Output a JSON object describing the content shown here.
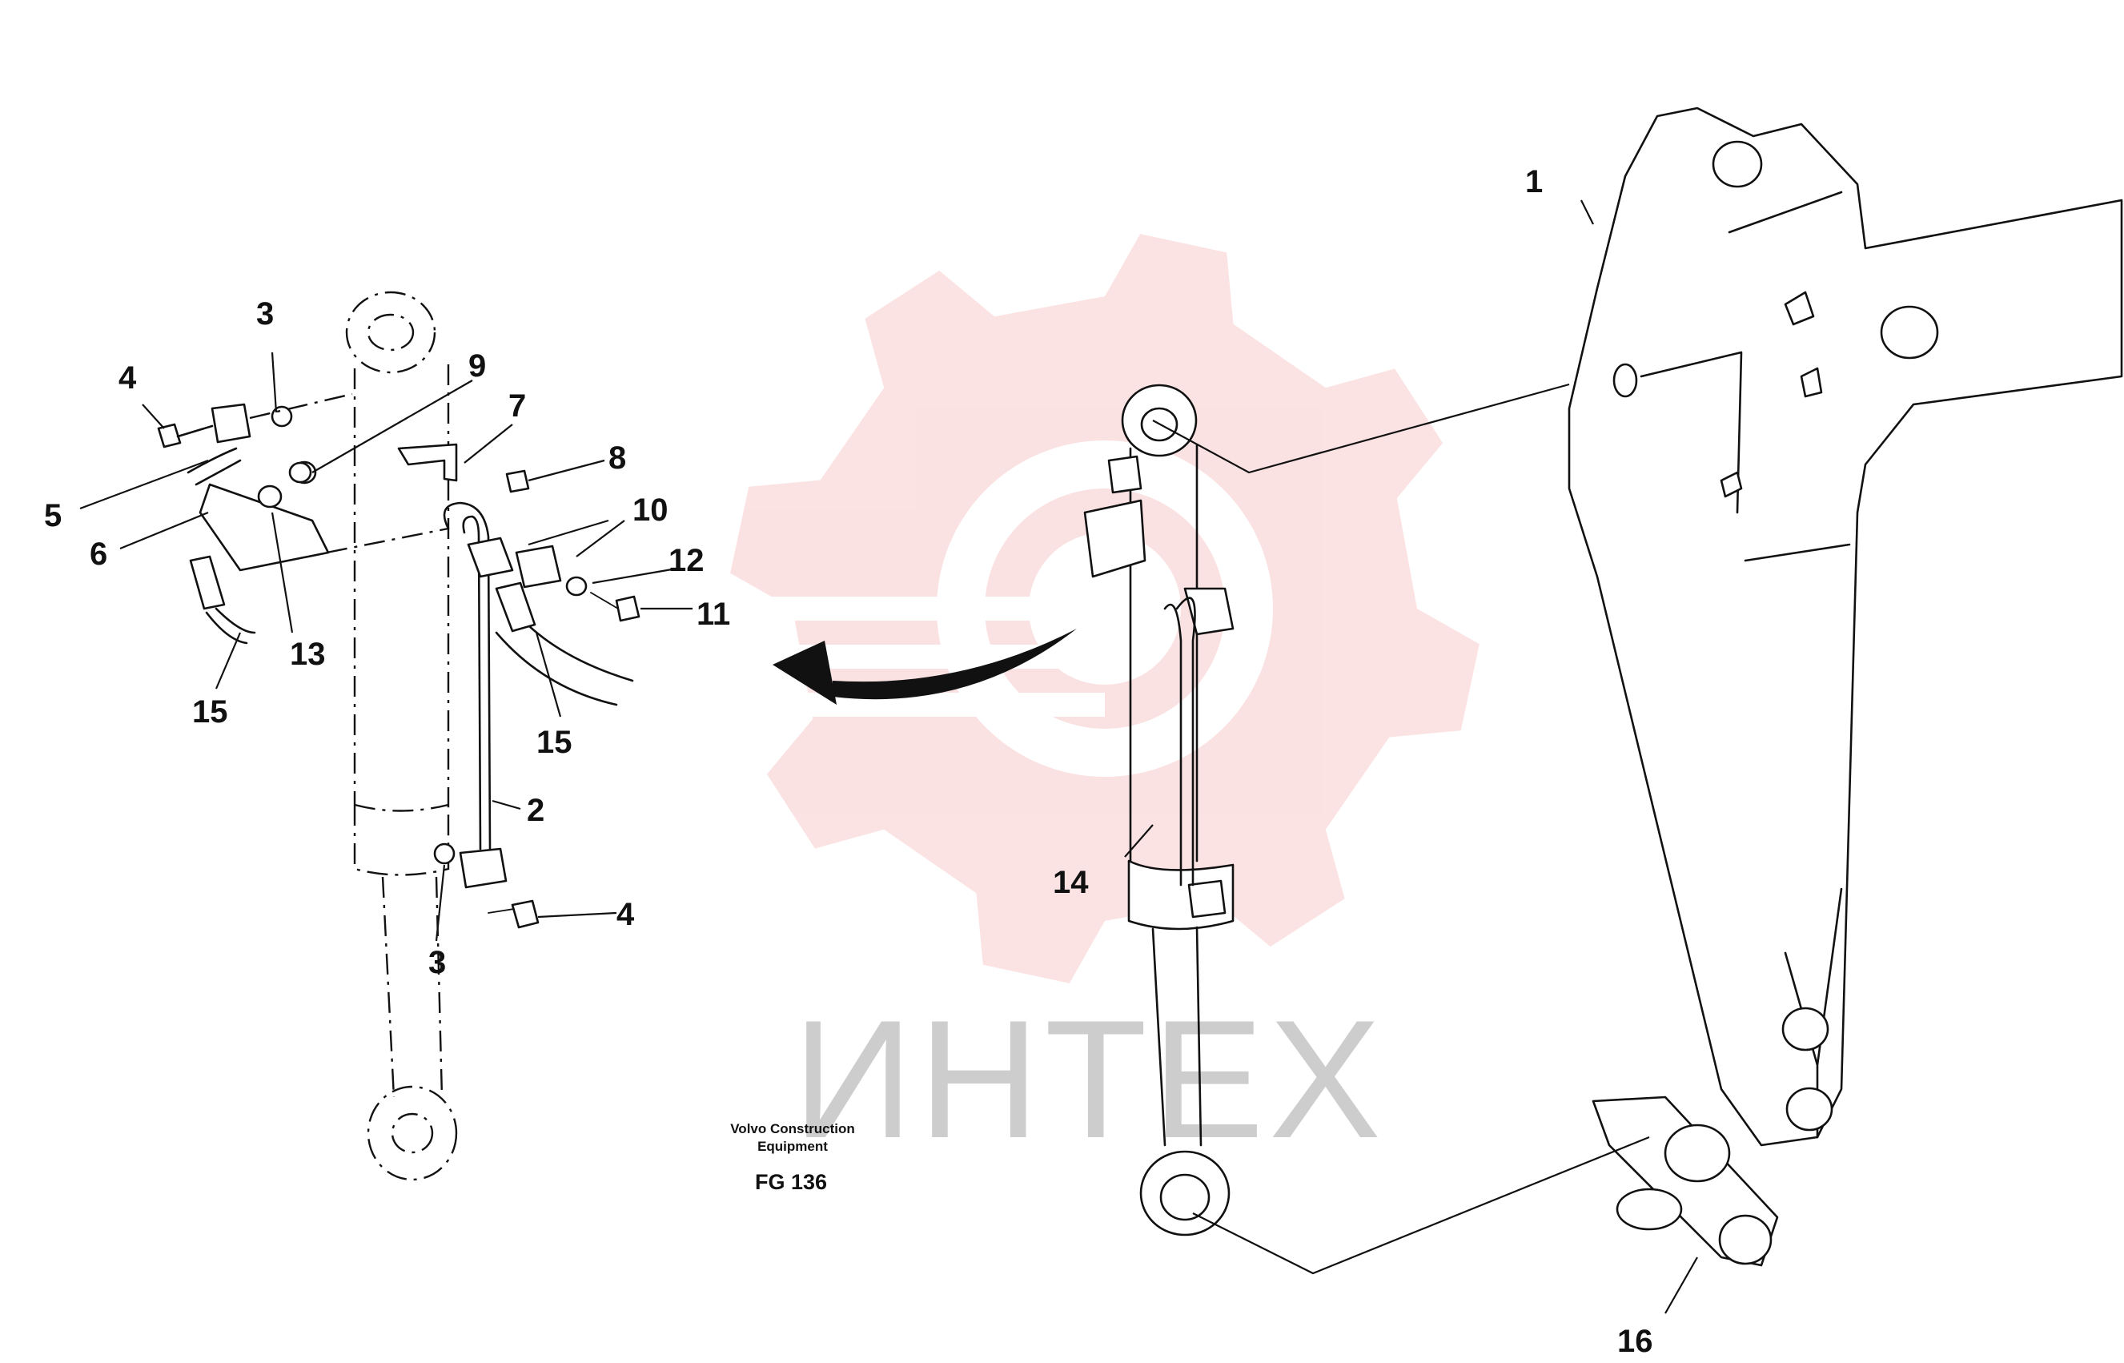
{
  "watermark": {
    "text": "ИНТЕХ",
    "color": "#f08080"
  },
  "caption": {
    "line1": "Volvo Construction",
    "line2": "Equipment",
    "figure": "FG 136"
  },
  "callouts": {
    "c1": "1",
    "c2": "2",
    "c3a": "3",
    "c3b": "3",
    "c4a": "4",
    "c4b": "4",
    "c5": "5",
    "c6": "6",
    "c7": "7",
    "c8": "8",
    "c9": "9",
    "c10": "10",
    "c11": "11",
    "c12": "12",
    "c13": "13",
    "c14": "14",
    "c15a": "15",
    "c15b": "15",
    "c16": "16"
  }
}
